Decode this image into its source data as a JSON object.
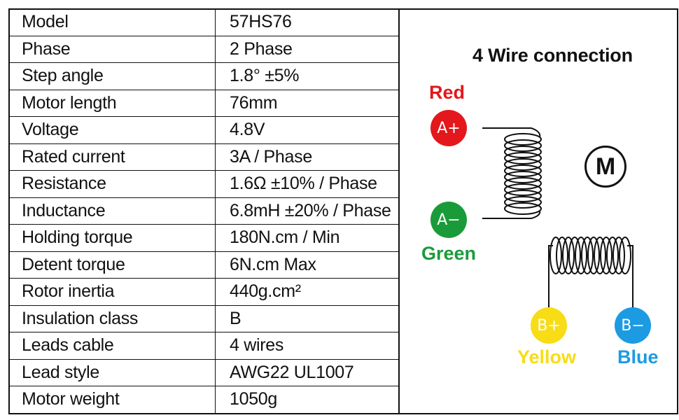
{
  "specs": [
    {
      "label": "Model",
      "value": "57HS76"
    },
    {
      "label": "Phase",
      "value": "2 Phase"
    },
    {
      "label": "Step angle",
      "value": "1.8°   ±5%"
    },
    {
      "label": "Motor length",
      "value": "76mm"
    },
    {
      "label": "Voltage",
      "value": "4.8V"
    },
    {
      "label": "Rated current",
      "value": "3A / Phase"
    },
    {
      "label": "Resistance",
      "value": "1.6Ω  ±10% / Phase"
    },
    {
      "label": "Inductance",
      "value": "6.8mH  ±20% / Phase"
    },
    {
      "label": "Holding torque",
      "value": "180N.cm / Min"
    },
    {
      "label": "Detent torque",
      "value": " 6N.cm Max"
    },
    {
      "label": "Rotor inertia",
      "value": "440g.cm²"
    },
    {
      "label": "Insulation class",
      "value": "B"
    },
    {
      "label": "Leads cable",
      "value": "4 wires"
    },
    {
      "label": "Lead style",
      "value": "AWG22 UL1007"
    },
    {
      "label": "Motor weight",
      "value": "1050g"
    }
  ],
  "diagram": {
    "title": "4 Wire connection",
    "motor_label": "M",
    "terminals": {
      "a_plus": {
        "label": "A+",
        "color_name": "Red",
        "color": "#e3171c"
      },
      "a_minus": {
        "label": "A−",
        "color_name": "Green",
        "color": "#1a9b3a"
      },
      "b_plus": {
        "label": "B+",
        "color_name": "Yellow",
        "color": "#f7dc16"
      },
      "b_minus": {
        "label": "B−",
        "color_name": "Blue",
        "color": "#1c9be2"
      }
    }
  }
}
